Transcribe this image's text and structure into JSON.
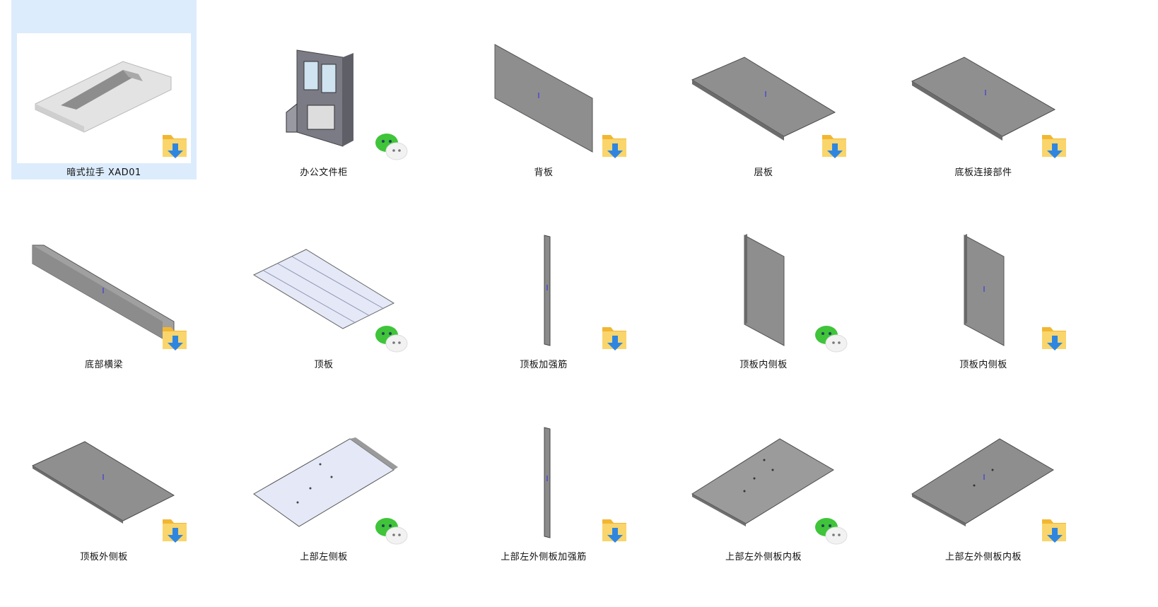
{
  "files": [
    {
      "name": "暗式拉手 XAD01",
      "badge": "download-folder",
      "selected": true
    },
    {
      "name": "办公文件柜",
      "badge": "wechat",
      "selected": false
    },
    {
      "name": "背板",
      "badge": "download-folder",
      "selected": false
    },
    {
      "name": "层板",
      "badge": "download-folder",
      "selected": false
    },
    {
      "name": "底板连接部件",
      "badge": "download-folder",
      "selected": false
    },
    {
      "name": "底部横梁",
      "badge": "download-folder",
      "selected": false
    },
    {
      "name": "顶板",
      "badge": "wechat",
      "selected": false
    },
    {
      "name": "顶板加强筋",
      "badge": "download-folder",
      "selected": false
    },
    {
      "name": "顶板内侧板",
      "badge": "wechat",
      "selected": false
    },
    {
      "name": "顶板内侧板",
      "badge": "download-folder",
      "selected": false
    },
    {
      "name": "顶板外侧板",
      "badge": "download-folder",
      "selected": false
    },
    {
      "name": "上部左侧板",
      "badge": "wechat",
      "selected": false
    },
    {
      "name": "上部左外侧板加强筋",
      "badge": "download-folder",
      "selected": false
    },
    {
      "name": "上部左外侧板内板",
      "badge": "wechat",
      "selected": false
    },
    {
      "name": "上部左外侧板内板",
      "badge": "download-folder",
      "selected": false
    }
  ],
  "colors": {
    "selection": "#dcecfc",
    "folder": "#f5c542",
    "arrow": "#2f86e0",
    "wechat": "#3fc43a"
  }
}
